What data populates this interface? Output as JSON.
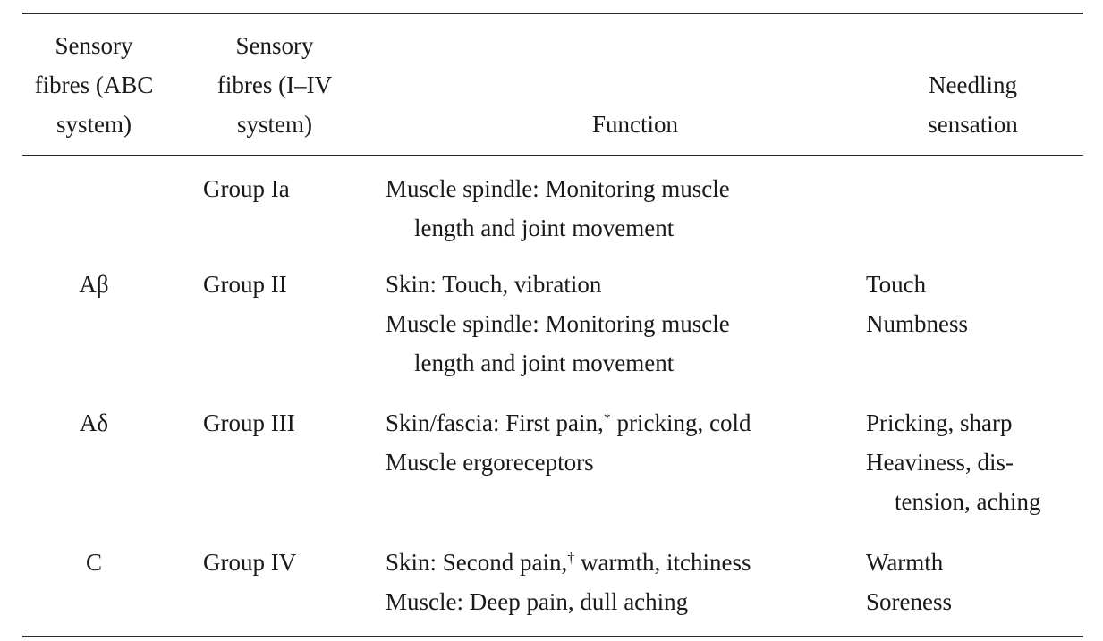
{
  "table": {
    "headers": {
      "abc": [
        "Sensory",
        "fibres (ABC",
        "system)"
      ],
      "iiv": [
        "Sensory",
        "fibres (I–IV",
        "system)"
      ],
      "function": "Function",
      "needling": [
        "Needling",
        "sensation"
      ]
    },
    "rows": [
      {
        "abc": "",
        "group": "Group Ia",
        "function": [
          "Muscle spindle: Monitoring muscle",
          "length and joint movement"
        ],
        "needling": []
      },
      {
        "abc": "Aβ",
        "group": "Group II",
        "function": [
          "Skin: Touch, vibration",
          "Muscle spindle: Monitoring muscle",
          "length and joint movement"
        ],
        "needling": [
          "Touch",
          "Numbness"
        ]
      },
      {
        "abc": "Aδ",
        "group": "Group III",
        "function": [
          "Skin/fascia: First pain,",
          "*",
          " pricking, cold",
          "Muscle ergoreceptors"
        ],
        "needling": [
          "Pricking, sharp",
          "Heaviness, dis-",
          "tension, aching"
        ]
      },
      {
        "abc": "C",
        "group": "Group IV",
        "function": [
          "Skin: Second pain,",
          "†",
          " warmth, itchiness",
          "Muscle: Deep pain, dull aching"
        ],
        "needling": [
          "Warmth",
          "Soreness"
        ]
      }
    ]
  }
}
